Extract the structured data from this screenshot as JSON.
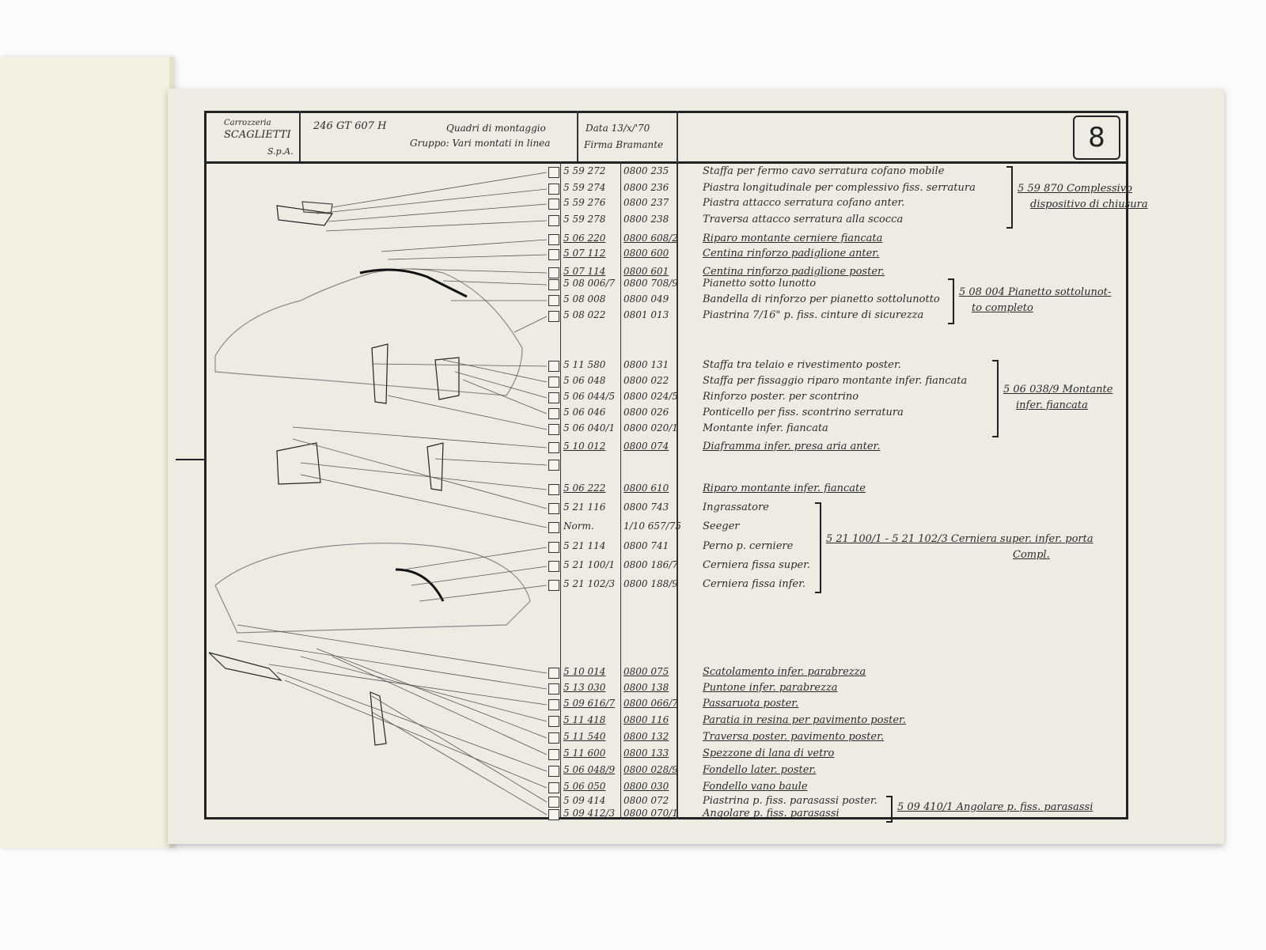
{
  "header": {
    "company_line1": "Carrozzeria",
    "company_line2": "SCAGLIETTI",
    "company_line3": "S.p.A.",
    "model": "246 GT 607 H",
    "title": "Quadri di montaggio",
    "group": "Gruppo: Vari montati in linea",
    "date": "Data 13/x/'70",
    "signature": "Firma Bramante",
    "sheet_number": "8"
  },
  "rows": [
    {
      "part": "5 59 272",
      "code": "0800 235",
      "desc": "Staffa per fermo cavo serratura cofano mobile"
    },
    {
      "part": "5 59 274",
      "code": "0800 236",
      "desc": "Piastra longitudinale per complessivo fiss. serratura"
    },
    {
      "part": "5 59 276",
      "code": "0800 237",
      "desc": "Piastra attacco serratura cofano anter."
    },
    {
      "part": "5 59 278",
      "code": "0800 238",
      "desc": "Traversa attacco serratura alla scocca"
    },
    {
      "part": "5 06 220",
      "code": "0800 608/2",
      "desc": "Riparo montante cerniere fiancata"
    },
    {
      "part": "5 07 112",
      "code": "0800 600",
      "desc": "Centina rinforzo padiglione anter."
    },
    {
      "part": "5 07 114",
      "code": "0800 601",
      "desc": "Centina rinforzo padiglione poster."
    },
    {
      "part": "5 08 006/7",
      "code": "0800 708/9",
      "desc": "Pianetto sotto lunotto"
    },
    {
      "part": "5 08 008",
      "code": "0800 049",
      "desc": "Bandella di rinforzo per pianetto sottolunotto"
    },
    {
      "part": "5 08 022",
      "code": "0801 013",
      "desc": "Piastrina 7/16\" p. fiss. cinture di sicurezza"
    },
    {
      "part": "5 11 580",
      "code": "0800 131",
      "desc": "Staffa tra telaio e rivestimento poster."
    },
    {
      "part": "5 06 048",
      "code": "0800 022",
      "desc": "Staffa per fissaggio riparo montante infer. fiancata"
    },
    {
      "part": "5 06 044/5",
      "code": "0800 024/5",
      "desc": "Rinforzo poster. per scontrino"
    },
    {
      "part": "5 06 046",
      "code": "0800 026",
      "desc": "Ponticello per fiss. scontrino serratura"
    },
    {
      "part": "5 06 040/1",
      "code": "0800 020/1",
      "desc": "Montante infer. fiancata"
    },
    {
      "part": "5 10 012",
      "code": "0800 074",
      "desc": "Diaframma infer. presa aria anter."
    },
    {
      "part": "",
      "code": "",
      "desc": ""
    },
    {
      "part": "5 06 222",
      "code": "0800 610",
      "desc": "Riparo montante infer. fiancate"
    },
    {
      "part": "5 21 116",
      "code": "0800 743",
      "desc": "Ingrassatore"
    },
    {
      "part": "Norm.",
      "code": "1/10 657/75",
      "desc": "Seeger"
    },
    {
      "part": "5 21 114",
      "code": "0800 741",
      "desc": "Perno p. cerniere"
    },
    {
      "part": "5 21 100/1",
      "code": "0800 186/7",
      "desc": "Cerniera fissa super."
    },
    {
      "part": "5 21 102/3",
      "code": "0800 188/9",
      "desc": "Cerniera fissa infer."
    },
    {
      "part": "5 10 014",
      "code": "0800 075",
      "desc": "Scatolamento infer. parabrezza"
    },
    {
      "part": "5 13 030",
      "code": "0800 138",
      "desc": "Puntone infer. parabrezza"
    },
    {
      "part": "5 09 616/7",
      "code": "0800 066/7",
      "desc": "Passaruota poster."
    },
    {
      "part": "5 11 418",
      "code": "0800 116",
      "desc": "Paratia in resina per pavimento poster."
    },
    {
      "part": "5 11 540",
      "code": "0800 132",
      "desc": "Traversa poster. pavimento poster."
    },
    {
      "part": "5 11 600",
      "code": "0800 133",
      "desc": "Spezzone di lana di vetro"
    },
    {
      "part": "5 06 048/9",
      "code": "0800 028/9",
      "desc": "Fondello later. poster."
    },
    {
      "part": "5 06 050",
      "code": "0800 030",
      "desc": "Fondello vano baule"
    },
    {
      "part": "5 09 414",
      "code": "0800 072",
      "desc": "Piastrina p. fiss. parasassi poster."
    },
    {
      "part": "5 09 412/3",
      "code": "0800 070/1",
      "desc": "Angolare p. fiss. parasassi"
    }
  ],
  "groups": [
    {
      "label": "5 59 870 Complessivo",
      "label2": "dispositivo di chiusura"
    },
    {
      "label": "5 08 004 Pianetto sottolunot-",
      "label2": "to completo"
    },
    {
      "label": "5 06 038/9 Montante",
      "label2": "infer. fiancata"
    },
    {
      "label": "5 21 100/1 - 5 21 102/3 Cerniera super. infer. porta",
      "label2": "Compl."
    },
    {
      "label": "5 09 410/1 Angolare p. fiss. parasassi",
      "label2": ""
    }
  ]
}
